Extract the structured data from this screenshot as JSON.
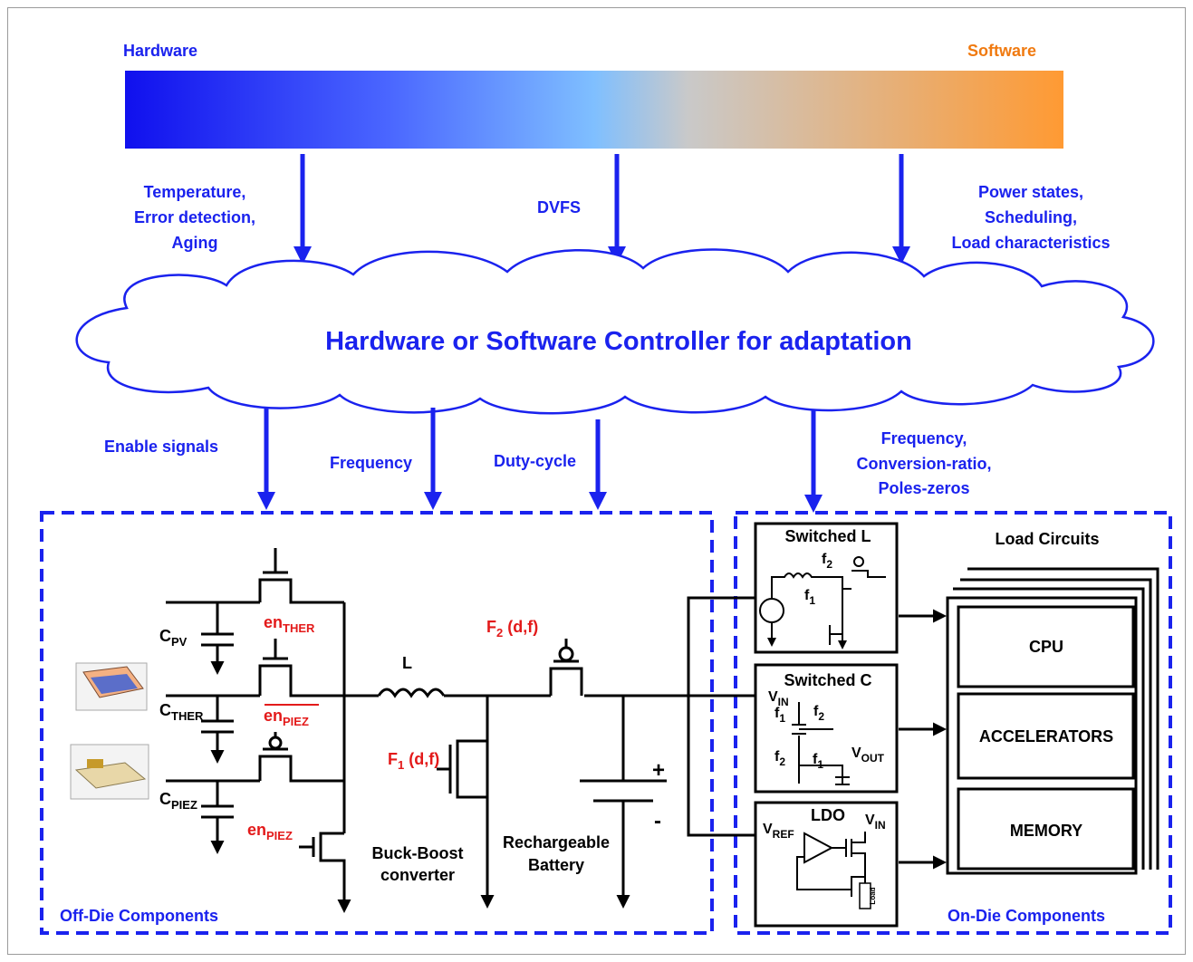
{
  "spectrum": {
    "left_label": "Hardware",
    "right_label": "Software",
    "colors": [
      "#1010ee",
      "#4a66ff",
      "#7fbfff",
      "#c9c9c9",
      "#ff9a33"
    ]
  },
  "top_inputs": {
    "left": [
      "Temperature,",
      "Error detection,",
      "Aging"
    ],
    "middle": [
      "DVFS"
    ],
    "right": [
      "Power states,",
      "Scheduling,",
      "Load characteristics"
    ]
  },
  "controller": {
    "label": "Hardware or Software Controller for adaptation"
  },
  "outputs": {
    "enable": "Enable signals",
    "frequency": "Frequency",
    "duty": "Duty-cycle",
    "ondie": [
      "Frequency,",
      "Conversion-ratio,",
      "Poles-zeros"
    ]
  },
  "off_die": {
    "title": "Off-Die Components",
    "c_pv": {
      "base": "C",
      "sub": "PV"
    },
    "c_ther": {
      "base": "C",
      "sub": "THER"
    },
    "c_piez": {
      "base": "C",
      "sub": "PIEZ"
    },
    "en_ther": {
      "base": "en",
      "sub": "THER"
    },
    "en_piez_bar": {
      "base": "en",
      "sub": "PIEZ"
    },
    "en_piez": {
      "base": "en",
      "sub": "PIEZ"
    },
    "inductor": "L",
    "f2": {
      "base": "F",
      "sub": "2",
      "rest": " (d,f)"
    },
    "f1": {
      "base": "F",
      "sub": "1",
      "rest": " (d,f)"
    },
    "buck_boost": [
      "Buck-Boost",
      "converter"
    ],
    "battery": [
      "Rechargeable",
      "Battery"
    ],
    "plus": "+",
    "minus": "-"
  },
  "on_die": {
    "title": "On-Die Components",
    "switched_l": {
      "title": "Switched L",
      "f2": {
        "base": "f",
        "sub": "2"
      },
      "f1": {
        "base": "f",
        "sub": "1"
      }
    },
    "switched_c": {
      "title": "Switched C",
      "vin": {
        "base": "V",
        "sub": "IN"
      },
      "f1a": {
        "base": "f",
        "sub": "1"
      },
      "f2a": {
        "base": "f",
        "sub": "2"
      },
      "f2b": {
        "base": "f",
        "sub": "2"
      },
      "f1b": {
        "base": "f",
        "sub": "1"
      },
      "vout": {
        "base": "V",
        "sub": "OUT"
      }
    },
    "ldo": {
      "title": "LDO",
      "vref": {
        "base": "V",
        "sub": "REF"
      },
      "vin": {
        "base": "V",
        "sub": "IN"
      },
      "load": "Load"
    },
    "load_circuits": {
      "title": "Load Circuits",
      "items": [
        "CPU",
        "ACCELERATORS",
        "MEMORY"
      ]
    }
  }
}
